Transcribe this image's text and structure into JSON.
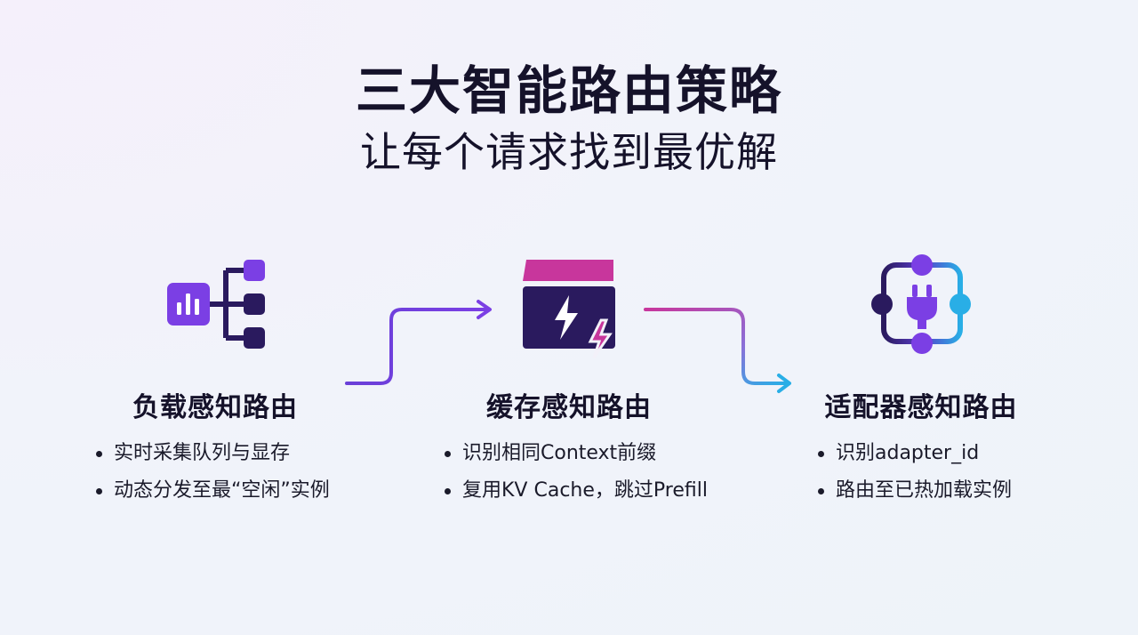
{
  "title": "三大智能路由策略",
  "subtitle": "让每个请求找到最优解",
  "strategies": [
    {
      "name": "负载感知路由",
      "icon": "load-balance-tree-icon",
      "bullets": [
        "实时采集队列与显存",
        "动态分发至最“空闲”实例"
      ]
    },
    {
      "name": "缓存感知路由",
      "icon": "cache-lightning-icon",
      "bullets": [
        "识别相同Context前缀",
        "复用KV Cache，跳过Prefill"
      ]
    },
    {
      "name": "适配器感知路由",
      "icon": "adapter-plug-icon",
      "bullets": [
        "识别adapter_id",
        "路由至已热加载实例"
      ]
    }
  ],
  "colors": {
    "dark_purple": "#2a1a5e",
    "purple": "#7b3fe4",
    "magenta": "#c8369c",
    "cyan": "#29aee6"
  }
}
